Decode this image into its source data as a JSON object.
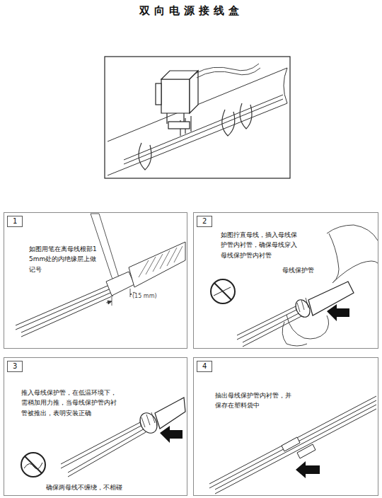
{
  "diagram": {
    "title": "双向电源接线盒",
    "nodes": [
      {
        "text": [
          "如图用笔在离母线根部15mm处的内绝缘层上做记号"
        ]
      },
      {
        "text": [
          "1"
        ],
        "in": 0
      },
      {
        "text": [
          "如图拧直母线，插入母线保护管内衬管，确保母线穿入母线保护管内衬管"
        ]
      },
      {
        "text": [
          "2"
        ],
        "in": 2
      },
      {
        "text": [
          "推入母线保护管，在低温环境下，需稍加用力推，当母线保护管内衬管被推出，表明安装正确"
        ]
      },
      {
        "text": [
          "3"
        ],
        "in": 4
      },
      {
        "text": [
          "抽出母线保护管内衬管，并保存在塑料袋中"
        ]
      },
      {
        "text": [
          "4"
        ],
        "in": 6
      }
    ],
    "labels": [
      "(15 mm)",
      "母线保护管",
      "确保两母线不缠绕，不相碰"
    ]
  }
}
